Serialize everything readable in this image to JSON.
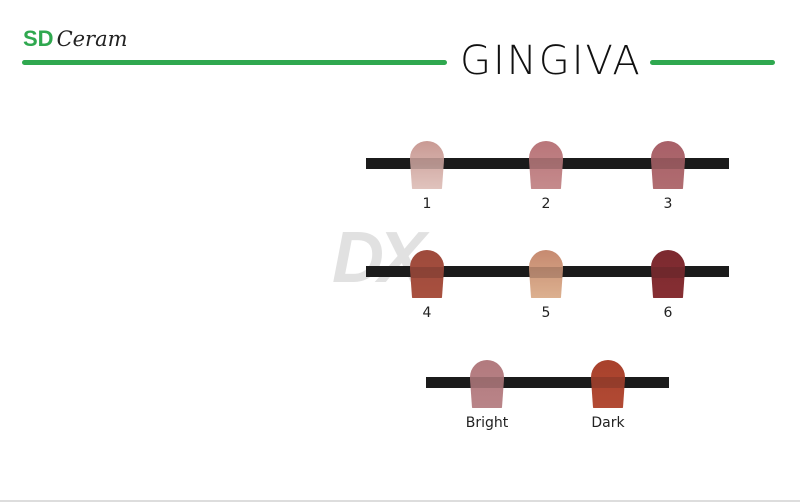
{
  "logo": {
    "sd": "SD",
    "ceram": "Ceram"
  },
  "title": "GINGIVA",
  "watermark": "DX",
  "rows": [
    {
      "tabs": [
        {
          "label": "1",
          "color_top": "#c99a94",
          "color_bottom": "#e0c3bd"
        },
        {
          "label": "2",
          "color_top": "#b9767a",
          "color_bottom": "#c58a8c"
        },
        {
          "label": "3",
          "color_top": "#a86068",
          "color_bottom": "#b06c70"
        }
      ]
    },
    {
      "tabs": [
        {
          "label": "4",
          "color_top": "#9e4a3c",
          "color_bottom": "#a8503f"
        },
        {
          "label": "5",
          "color_top": "#c68a70",
          "color_bottom": "#dcb08f"
        },
        {
          "label": "6",
          "color_top": "#7c2a30",
          "color_bottom": "#862e32"
        }
      ]
    },
    {
      "tabs": [
        {
          "label": "Bright",
          "color_top": "#b27a7e",
          "color_bottom": "#b98488"
        },
        {
          "label": "Dark",
          "color_top": "#a8412c",
          "color_bottom": "#b24a34"
        }
      ]
    }
  ],
  "colors": {
    "brand_green": "#2fa84f",
    "bar": "#1b1b1b"
  }
}
